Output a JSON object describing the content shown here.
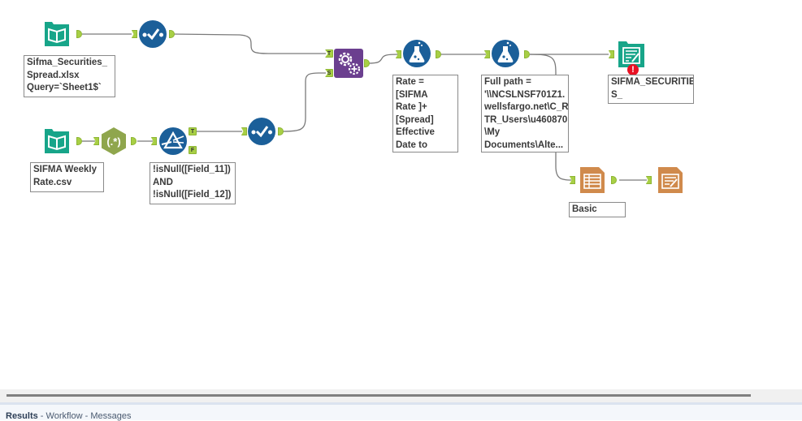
{
  "canvas": {
    "tools": [
      {
        "id": "input1",
        "type": "input-data",
        "annotation": "Sifma_Securities_\nSpread.xlsx\nQuery=`Sheet1$`"
      },
      {
        "id": "select1",
        "type": "select"
      },
      {
        "id": "input2",
        "type": "input-data",
        "annotation": "SIFMA Weekly\nRate.csv"
      },
      {
        "id": "regex1",
        "type": "regex",
        "glyph": "(.*)"
      },
      {
        "id": "filter1",
        "type": "filter",
        "annotation": "!isNull([Field_11])\nAND\n!isNull([Field_12])",
        "anchors": [
          "T",
          "F"
        ]
      },
      {
        "id": "select2",
        "type": "select"
      },
      {
        "id": "append1",
        "type": "append-fields",
        "anchors": [
          "T",
          "S"
        ]
      },
      {
        "id": "formula1",
        "type": "formula",
        "annotation": "Rate = [SIFMA\nRate ]+[Spread]\nEffective Date to\nupdate =\nDateTimeAdd\n(DateTimePar..."
      },
      {
        "id": "formula2",
        "type": "formula",
        "annotation": "Full path =\n'\\\\NCSLNSF701Z1.\nwellsfargo.net\\C_R\nTR_Users\\u460870\n\\My\nDocuments\\Alte..."
      },
      {
        "id": "output1",
        "type": "output-data",
        "annotation": "SIFMA_SECURITIE\nS_",
        "error_badge": "!"
      },
      {
        "id": "table1",
        "type": "basic-table",
        "annotation": "Basic Table"
      },
      {
        "id": "render1",
        "type": "render"
      }
    ]
  },
  "results_bar": {
    "active_label": "Results",
    "sep1": " - ",
    "workflow_label": "Workflow",
    "sep2": " - ",
    "messages_label": "Messages"
  },
  "colors": {
    "input_teal": "#17a589",
    "select_blue": "#1b5f99",
    "regex_green": "#8fa64d",
    "append_purple": "#6b3f8f",
    "output_teal": "#17a589",
    "report_orange": "#d08a4c",
    "anchor_green": "#a8cf45",
    "error_red": "#e81123"
  }
}
